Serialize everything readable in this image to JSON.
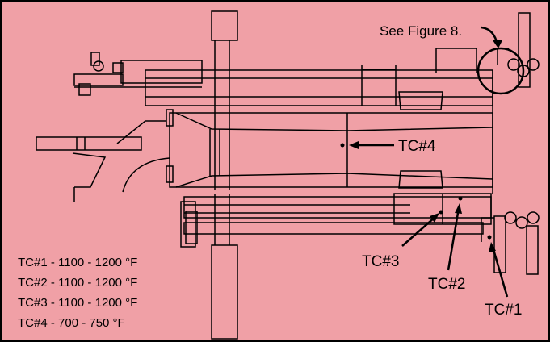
{
  "colors": {
    "background": "#f0a0a6",
    "ink": "#000000",
    "frame": "#000000"
  },
  "reference_note": "See Figure 8.",
  "callouts": {
    "tc1": "TC#1",
    "tc2": "TC#2",
    "tc3": "TC#3",
    "tc4": "TC#4"
  },
  "legend": [
    "TC#1 - 1100 - 1200 °F",
    "TC#2 - 1100 - 1200 °F",
    "TC#3 - 1100 - 1200 °F",
    "TC#4 - 700 - 750 °F"
  ]
}
